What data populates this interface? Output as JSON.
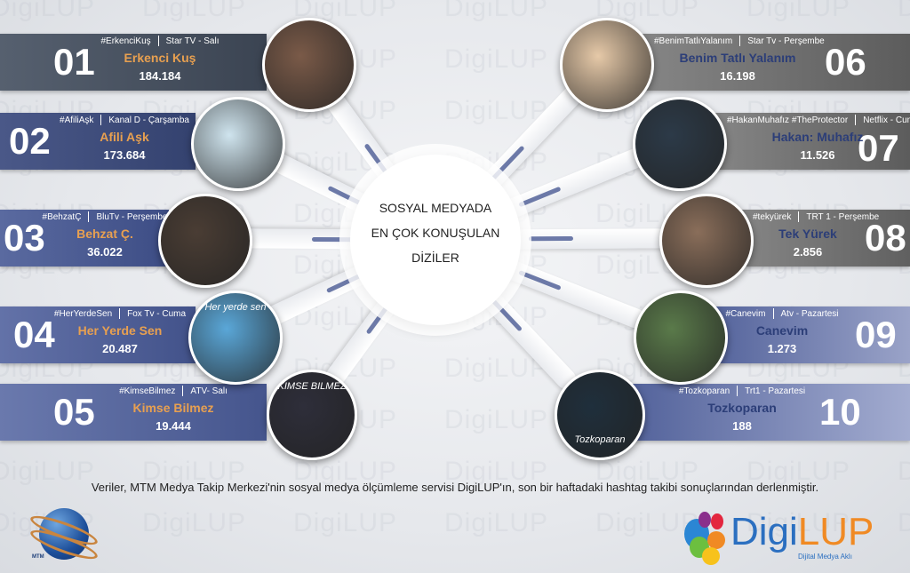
{
  "center_title": [
    "SOSYAL MEDYADA",
    "EN ÇOK KONUŞULAN",
    "DİZİLER"
  ],
  "items": [
    {
      "rank": "01",
      "hashtag": "#ErkenciKuş",
      "channel": "Star TV - Salı",
      "title": "Erkenci Kuş",
      "count": "184.184"
    },
    {
      "rank": "02",
      "hashtag": "#AfiliAşk",
      "channel": "Kanal D - Çarşamba",
      "title": "Afili Aşk",
      "count": "173.684"
    },
    {
      "rank": "03",
      "hashtag": "#BehzatÇ",
      "channel": "BluTv - Perşembe",
      "title": "Behzat Ç.",
      "count": "36.022"
    },
    {
      "rank": "04",
      "hashtag": "#HerYerdeSen",
      "channel": "Fox Tv - Cuma",
      "title": "Her Yerde Sen",
      "count": "20.487",
      "poster_text": "Her yerde sen"
    },
    {
      "rank": "05",
      "hashtag": "#KimseBilmez",
      "channel": "ATV- Salı",
      "title": "Kimse Bilmez",
      "count": "19.444",
      "poster_text": "KIMSE BILMEZ"
    },
    {
      "rank": "06",
      "hashtag": "#BenimTatlıYalanım",
      "channel": "Star Tv - Perşembe",
      "title": "Benim Tatlı Yalanım",
      "count": "16.198"
    },
    {
      "rank": "07",
      "hashtag": "#HakanMuhafız #TheProtector",
      "channel": "Netflix - Cuma",
      "title": "Hakan: Muhafız",
      "count": "11.526"
    },
    {
      "rank": "08",
      "hashtag": "#tekyürek",
      "channel": "TRT 1 - Perşembe",
      "title": "Tek Yürek",
      "count": "2.856"
    },
    {
      "rank": "09",
      "hashtag": "#Canevim",
      "channel": "Atv - Pazartesi",
      "title": "Canevim",
      "count": "1.273"
    },
    {
      "rank": "10",
      "hashtag": "#Tozkoparan",
      "channel": "Trt1 - Pazartesi",
      "title": "Tozkoparan",
      "count": "188",
      "poster_text": "Tozkoparan"
    }
  ],
  "footer": "Veriler, MTM Medya Takip Merkezi'nin sosyal medya ölçümleme servisi DigiLUP'ın, son bir haftadaki hashtag takibi sonuçlarından derlenmiştir.",
  "logos": {
    "mtm": "MTM",
    "digilup": {
      "digi": "Digi",
      "lup": "LUP",
      "tagline": "Dijital Medya Aklı"
    }
  },
  "watermark": "DigiLUP",
  "colors": {
    "title_orange": "#e8a050",
    "title_navy": "#2c3e78"
  }
}
